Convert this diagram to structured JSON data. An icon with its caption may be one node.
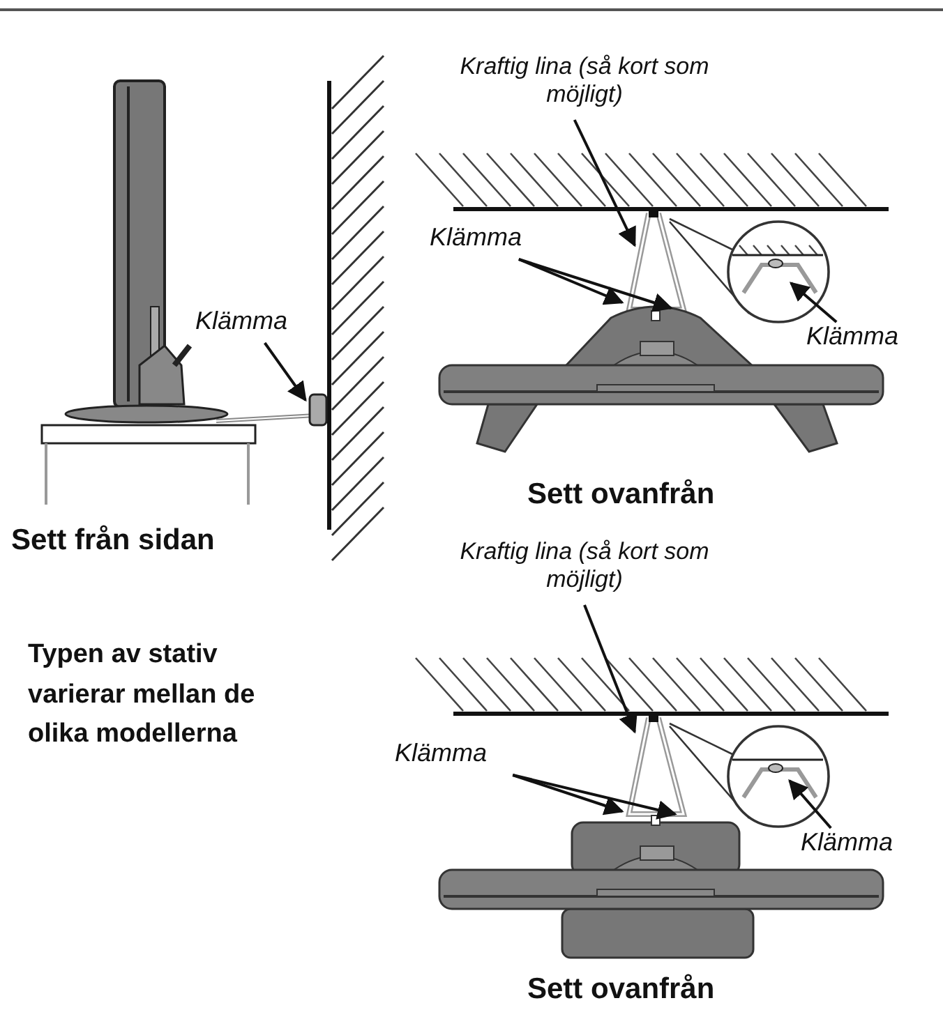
{
  "diagram": {
    "nodes": [
      {
        "text": [
          "Klämma"
        ]
      },
      {
        "text": [
          "Kraftig lina (så kort som möjligt)"
        ]
      },
      {
        "text": [
          "Klämma"
        ]
      },
      {
        "text": [
          "Klämma"
        ]
      },
      {
        "text": [
          "Kraftig lina (så kort som möjligt)"
        ]
      },
      {
        "text": [
          "Klämma"
        ]
      },
      {
        "text": [
          "Klämma"
        ]
      }
    ],
    "edges": [
      {
        "from": 0,
        "to": null,
        "arrow": "to"
      },
      {
        "from": 1,
        "to": null,
        "arrow": "to"
      },
      {
        "from": 2,
        "to": null,
        "arrow": "to"
      },
      {
        "from": 2,
        "to": null,
        "arrow": "to"
      },
      {
        "from": 3,
        "to": null,
        "arrow": "to"
      },
      {
        "from": 4,
        "to": null,
        "arrow": "to"
      },
      {
        "from": 5,
        "to": null,
        "arrow": "to"
      },
      {
        "from": 5,
        "to": null,
        "arrow": "to"
      },
      {
        "from": 6,
        "to": null,
        "arrow": "to"
      }
    ],
    "labels": [
      "Sett från sidan",
      "Sett ovanfrån",
      "Typen av stativ varierar mellan de olika modellerna",
      "Sett ovanfrån"
    ]
  }
}
